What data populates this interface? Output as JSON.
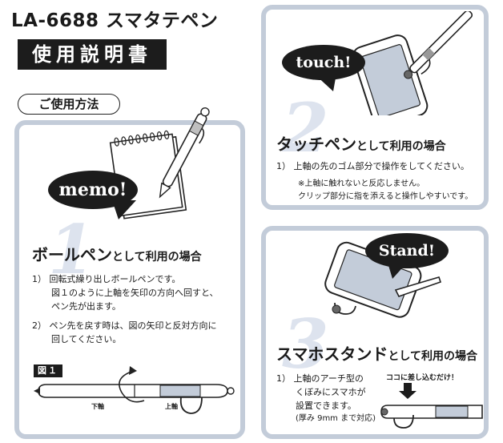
{
  "header": {
    "model_title": "LA-6688 スマタテペン",
    "manual_title": "使用説明書",
    "howto_label": "ご使用方法"
  },
  "section1": {
    "number": "1",
    "bubble": "memo!",
    "heading_large": "ボールペン",
    "heading_small": "として利用の場合",
    "items": [
      {
        "num": "1）",
        "lines": [
          "回転式繰り出しボールペンです。",
          "図１のように上軸を矢印の方向へ回すと、",
          "ペン先が出ます。"
        ]
      },
      {
        "num": "2）",
        "lines": [
          "ペン先を戻す時は、図の矢印と反対方向に",
          "回してください。"
        ]
      }
    ],
    "figure_label": "図１",
    "lower_axis_label": "下軸",
    "upper_axis_label": "上軸"
  },
  "section2": {
    "number": "2",
    "bubble": "touch!",
    "heading_large": "タッチペン",
    "heading_small": "として利用の場合",
    "item": {
      "num": "1）",
      "text": "上軸の先のゴム部分で操作をしてください。"
    },
    "notes": [
      "※上軸に触れないと反応しません。",
      "クリップ部分に指を添えると操作しやすいです。"
    ]
  },
  "section3": {
    "number": "3",
    "bubble": "Stand!",
    "heading_large": "スマホスタンド",
    "heading_small": "として利用の場合",
    "item_num": "1）",
    "item_lines": [
      "上軸のアーチ型の",
      "くぼみにスマホが",
      "設置できます。"
    ],
    "item_note": "(厚み 9mm まで対応)",
    "insert_label": "ココに差し込むだけ！"
  }
}
